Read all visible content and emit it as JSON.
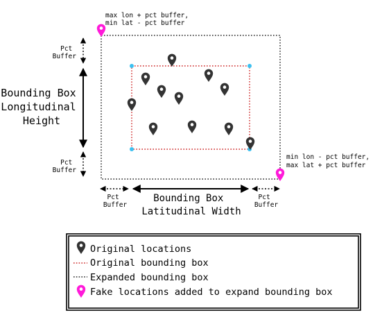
{
  "annotations": {
    "top_left_corner": [
      "max lon + pct buffer,",
      "min lat - pct buffer"
    ],
    "bottom_right_corner": [
      "min lon - pct buffer,",
      "max lat + pct buffer"
    ]
  },
  "dimension_labels": {
    "pct_buffer_top": [
      "Pct",
      "Buffer"
    ],
    "pct_buffer_bottom": [
      "Pct",
      "Buffer"
    ],
    "pct_buffer_left": [
      "Pct",
      "Buffer"
    ],
    "pct_buffer_right": [
      "Pct",
      "Buffer"
    ],
    "height_label": [
      "Bounding Box",
      "Longitudinal",
      "Height"
    ],
    "width_label": [
      "Bounding Box",
      "Latitudinal Width"
    ]
  },
  "legend": {
    "original_locations": "Original locations",
    "original_bbox": "Original bounding box",
    "expanded_bbox": "Expanded bounding box",
    "fake_locations": "Fake locations added to expand bounding box"
  },
  "colors": {
    "original_pin": "#333333",
    "fake_pin": "#ff1ad9",
    "original_bbox": "#cc2222",
    "expanded_bbox": "#222222",
    "corner_dot": "#3cc0f0"
  }
}
